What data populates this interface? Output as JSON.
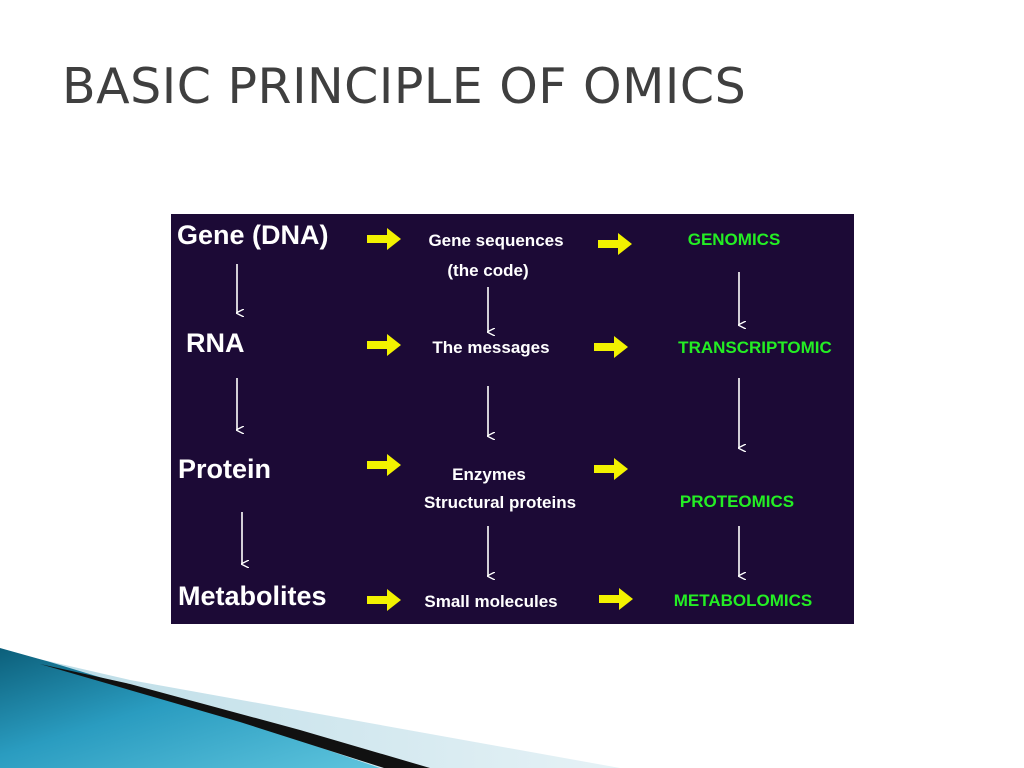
{
  "slide": {
    "title": "BASIC PRINCIPLE OF OMICS"
  },
  "diagram": {
    "stages": [
      {
        "level": "Gene (DNA)",
        "content": [
          "Gene sequences",
          "(the code)"
        ],
        "omics": "GENOMICS"
      },
      {
        "level": "RNA",
        "content": [
          "The messages"
        ],
        "omics": "TRANSCRIPTOMIC"
      },
      {
        "level": "Protein",
        "content": [
          "Enzymes",
          "Structural proteins"
        ],
        "omics": "PROTEOMICS"
      },
      {
        "level": "Metabolites",
        "content": [
          "Small molecules"
        ],
        "omics": "METABOLOMICS"
      }
    ],
    "colors": {
      "background": "#1c0a36",
      "arrow": "#f2f200",
      "omics_text": "#24ee24",
      "text": "#ffffff"
    }
  }
}
